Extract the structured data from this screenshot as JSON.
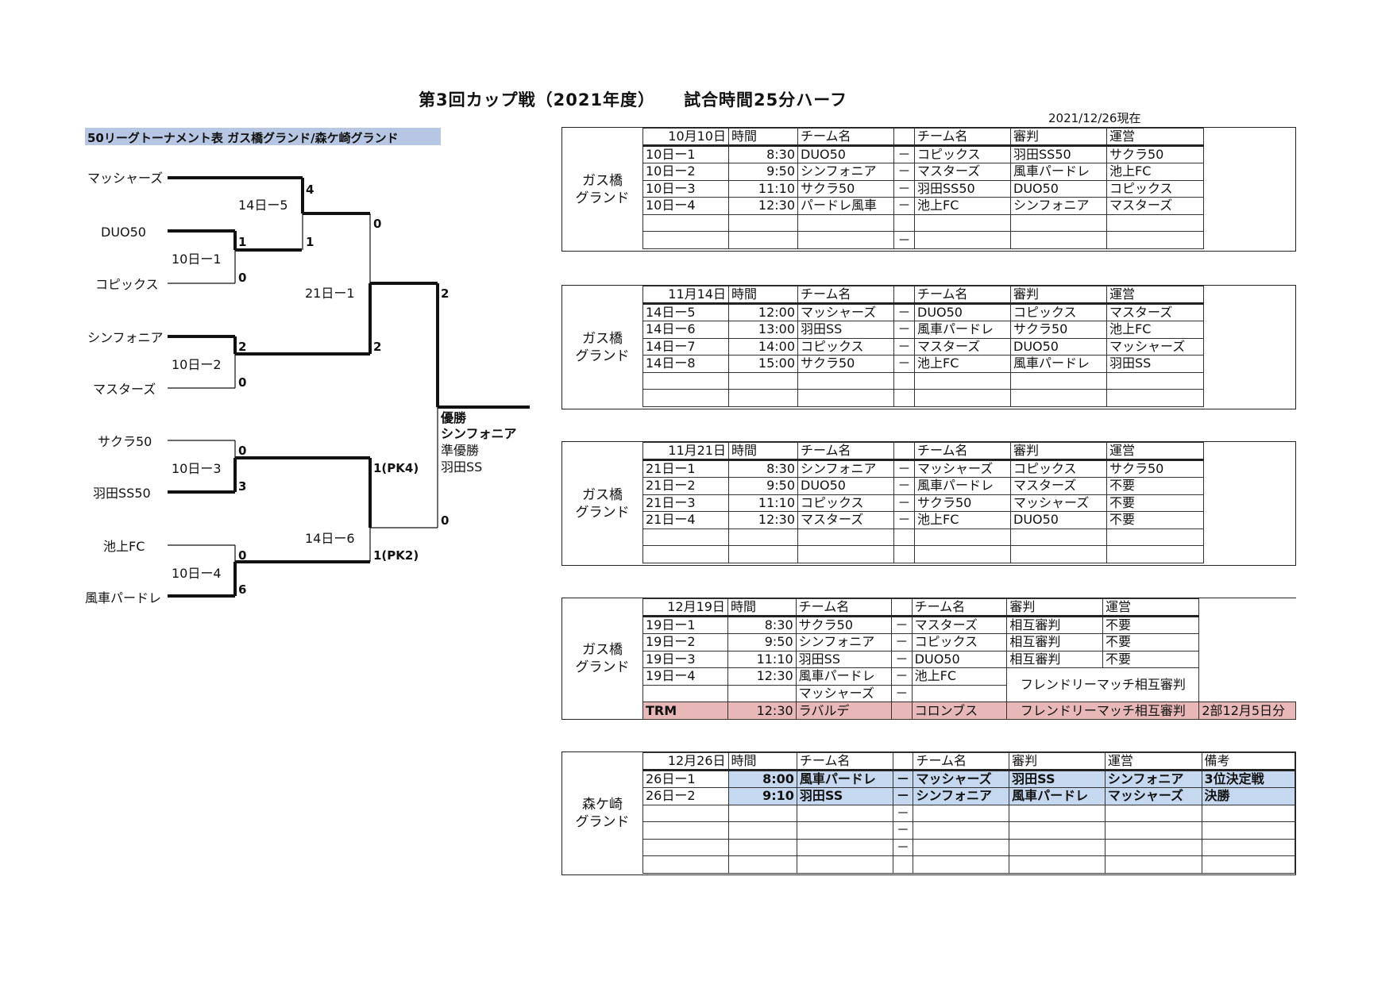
{
  "title": "第3回カップ戦（2021年度）",
  "subtitle": "試合時間25分ハーフ",
  "as_of": "2021/12/26現在",
  "tournament_label": "50リーグトーナメント表  ガス橋グランド/森ケ崎グランド",
  "bracket": {
    "teams": [
      "マッシャーズ",
      "DUO50",
      "コピックス",
      "シンフォニア",
      "マスターズ",
      "サクラ50",
      "羽田SS50",
      "池上FC",
      "風車パードレ"
    ],
    "matches": {
      "m10_1": "10日ー1",
      "m10_2": "10日ー2",
      "m10_3": "10日ー3",
      "m10_4": "10日ー4",
      "m14_5": "14日ー5",
      "m14_6": "14日ー6",
      "m21_1": "21日ー1"
    },
    "scores": {
      "mashers_r2": "4",
      "duo_r1": "1",
      "copix_r1": "0",
      "duo_r2": "1",
      "sym_r1": "2",
      "masters_r1": "0",
      "sakura_r1": "0",
      "haneda_r1": "3",
      "ikegami_r1": "0",
      "fusha_r1": "6",
      "semi1_top": "0",
      "semi1_bottom": "2",
      "semi2_top": "1(PK4)",
      "semi2_bottom": "1(PK2)",
      "final_top": "2",
      "final_bottom": "0"
    },
    "result": {
      "champion_label": "優勝",
      "champion": "シンフォニア",
      "runnerup_label": "準優勝",
      "runnerup": "羽田SS"
    }
  },
  "schedules": [
    {
      "venue": "ガス橋\nグランド",
      "header": [
        "10月10日",
        "時間",
        "チーム名",
        "",
        "チーム名",
        "審判",
        "運営"
      ],
      "rows": [
        [
          "10日ー1",
          "8:30",
          "DUO50",
          "－",
          "コピックス",
          "羽田SS50",
          "サクラ50"
        ],
        [
          "10日ー2",
          "9:50",
          "シンフォニア",
          "－",
          "マスターズ",
          "風車パードレ",
          "池上FC"
        ],
        [
          "10日ー3",
          "11:10",
          "サクラ50",
          "－",
          "羽田SS50",
          "DUO50",
          "コピックス"
        ],
        [
          "10日ー4",
          "12:30",
          "パードレ風車",
          "－",
          "池上FC",
          "シンフォニア",
          "マスターズ"
        ],
        [
          "",
          "",
          "",
          "",
          "",
          "",
          ""
        ],
        [
          "",
          "",
          "",
          "－",
          "",
          "",
          ""
        ]
      ]
    },
    {
      "venue": "ガス橋\nグランド",
      "header": [
        "11月14日",
        "時間",
        "チーム名",
        "",
        "チーム名",
        "審判",
        "運営"
      ],
      "rows": [
        [
          "14日ー5",
          "12:00",
          "マッシャーズ",
          "－",
          "DUO50",
          "コピックス",
          "マスターズ"
        ],
        [
          "14日ー6",
          "13:00",
          "羽田SS",
          "－",
          "風車パードレ",
          "サクラ50",
          "池上FC"
        ],
        [
          "14日ー7",
          "14:00",
          "コピックス",
          "－",
          "マスターズ",
          "DUO50",
          "マッシャーズ"
        ],
        [
          "14日ー8",
          "15:00",
          "サクラ50",
          "－",
          "池上FC",
          "風車パードレ",
          "羽田SS"
        ],
        [
          "",
          "",
          "",
          "",
          "",
          "",
          ""
        ],
        [
          "",
          "",
          "",
          "",
          "",
          "",
          ""
        ]
      ]
    },
    {
      "venue": "ガス橋\nグランド",
      "header": [
        "11月21日",
        "時間",
        "チーム名",
        "",
        "チーム名",
        "審判",
        "運営"
      ],
      "rows": [
        [
          "21日ー1",
          "8:30",
          "シンフォニア",
          "－",
          "マッシャーズ",
          "コピックス",
          "サクラ50"
        ],
        [
          "21日ー2",
          "9:50",
          "DUO50",
          "－",
          "風車パードレ",
          "マスターズ",
          "不要"
        ],
        [
          "21日ー3",
          "11:10",
          "コピックス",
          "－",
          "サクラ50",
          "マッシャーズ",
          "不要"
        ],
        [
          "21日ー4",
          "12:30",
          "マスターズ",
          "－",
          "池上FC",
          "DUO50",
          "不要"
        ],
        [
          "",
          "",
          "",
          "",
          "",
          "",
          ""
        ],
        [
          "",
          "",
          "",
          "",
          "",
          "",
          ""
        ]
      ]
    },
    {
      "venue": "ガス橋\nグランド",
      "header": [
        "12月19日",
        "時間",
        "チーム名",
        "",
        "チーム名",
        "審判",
        "運営"
      ],
      "rows": [
        [
          "19日ー1",
          "8:30",
          "サクラ50",
          "－",
          "マスターズ",
          "相互審判",
          "不要"
        ],
        [
          "19日ー2",
          "9:50",
          "シンフォニア",
          "－",
          "コピックス",
          "相互審判",
          "不要"
        ],
        [
          "19日ー3",
          "11:10",
          "羽田SS",
          "－",
          "DUO50",
          "相互審判",
          "不要"
        ]
      ],
      "friendly_rows": [
        [
          "19日ー4",
          "12:30",
          "風車パードレ",
          "－",
          "池上FC"
        ],
        [
          "",
          "",
          "マッシャーズ",
          "－",
          ""
        ]
      ],
      "friendly_note": "フレンドリーマッチ相互審判",
      "trm_row": [
        "TRM",
        "12:30",
        "ラバルデ",
        "",
        "コロンブス",
        "フレンドリーマッチ相互審判",
        "2部12月5日分"
      ]
    },
    {
      "venue": "森ケ崎\nグランド",
      "header": [
        "12月26日",
        "時間",
        "チーム名",
        "",
        "チーム名",
        "審判",
        "運営",
        "備考"
      ],
      "rows": [
        [
          "26日ー1",
          "8:00",
          "風車パードレ",
          "－",
          "マッシャーズ",
          "羽田SS",
          "シンフォニア",
          "3位決定戦"
        ],
        [
          "26日ー2",
          "9:10",
          "羽田SS",
          "－",
          "シンフォニア",
          "風車パードレ",
          "マッシャーズ",
          "決勝"
        ],
        [
          "",
          "",
          "",
          "－",
          "",
          "",
          "",
          ""
        ],
        [
          "",
          "",
          "",
          "－",
          "",
          "",
          "",
          ""
        ],
        [
          "",
          "",
          "",
          "－",
          "",
          "",
          "",
          ""
        ],
        [
          "",
          "",
          "",
          "",
          "",
          "",
          "",
          ""
        ]
      ]
    }
  ],
  "colors": {
    "trm_row": "#e8b7b7",
    "final_rows": "#c5d8ef",
    "label_bg": "#b7c7e3"
  }
}
